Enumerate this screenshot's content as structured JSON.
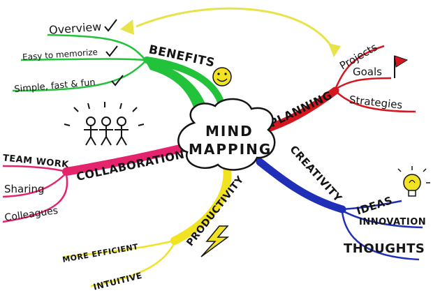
{
  "center": {
    "line1": "MIND",
    "line2": "MAPPING"
  },
  "branches": {
    "benefits": {
      "label": "BENEFITS",
      "color": "#22c23a",
      "children": [
        "Overview",
        "Easy to memorize",
        "Simple, fast & fun"
      ]
    },
    "planning": {
      "label": "PLANNING",
      "color": "#d6161f",
      "children": [
        "Projects",
        "Goals",
        "Strategies"
      ]
    },
    "collaboration": {
      "label": "COLLABORATION",
      "color": "#e6246e",
      "children": [
        "TEAM WORK",
        "Sharing",
        "Colleagues"
      ]
    },
    "creativity": {
      "label": "CREATIVITY",
      "color": "#1f2fb8",
      "children": [
        "IDEAS",
        "INNOVATION",
        "THOUGHTS"
      ]
    },
    "productivity": {
      "label": "PRODUCTIVITY",
      "color": "#f2e322",
      "children": [
        "MORE EFFICIENT",
        "INTUITIVE"
      ]
    }
  },
  "icons": [
    "smiley-icon",
    "flag-icon",
    "lightbulb-icon",
    "lightning-icon",
    "people-icon",
    "checkmark-icon"
  ],
  "connector_color": "#e8e34a"
}
